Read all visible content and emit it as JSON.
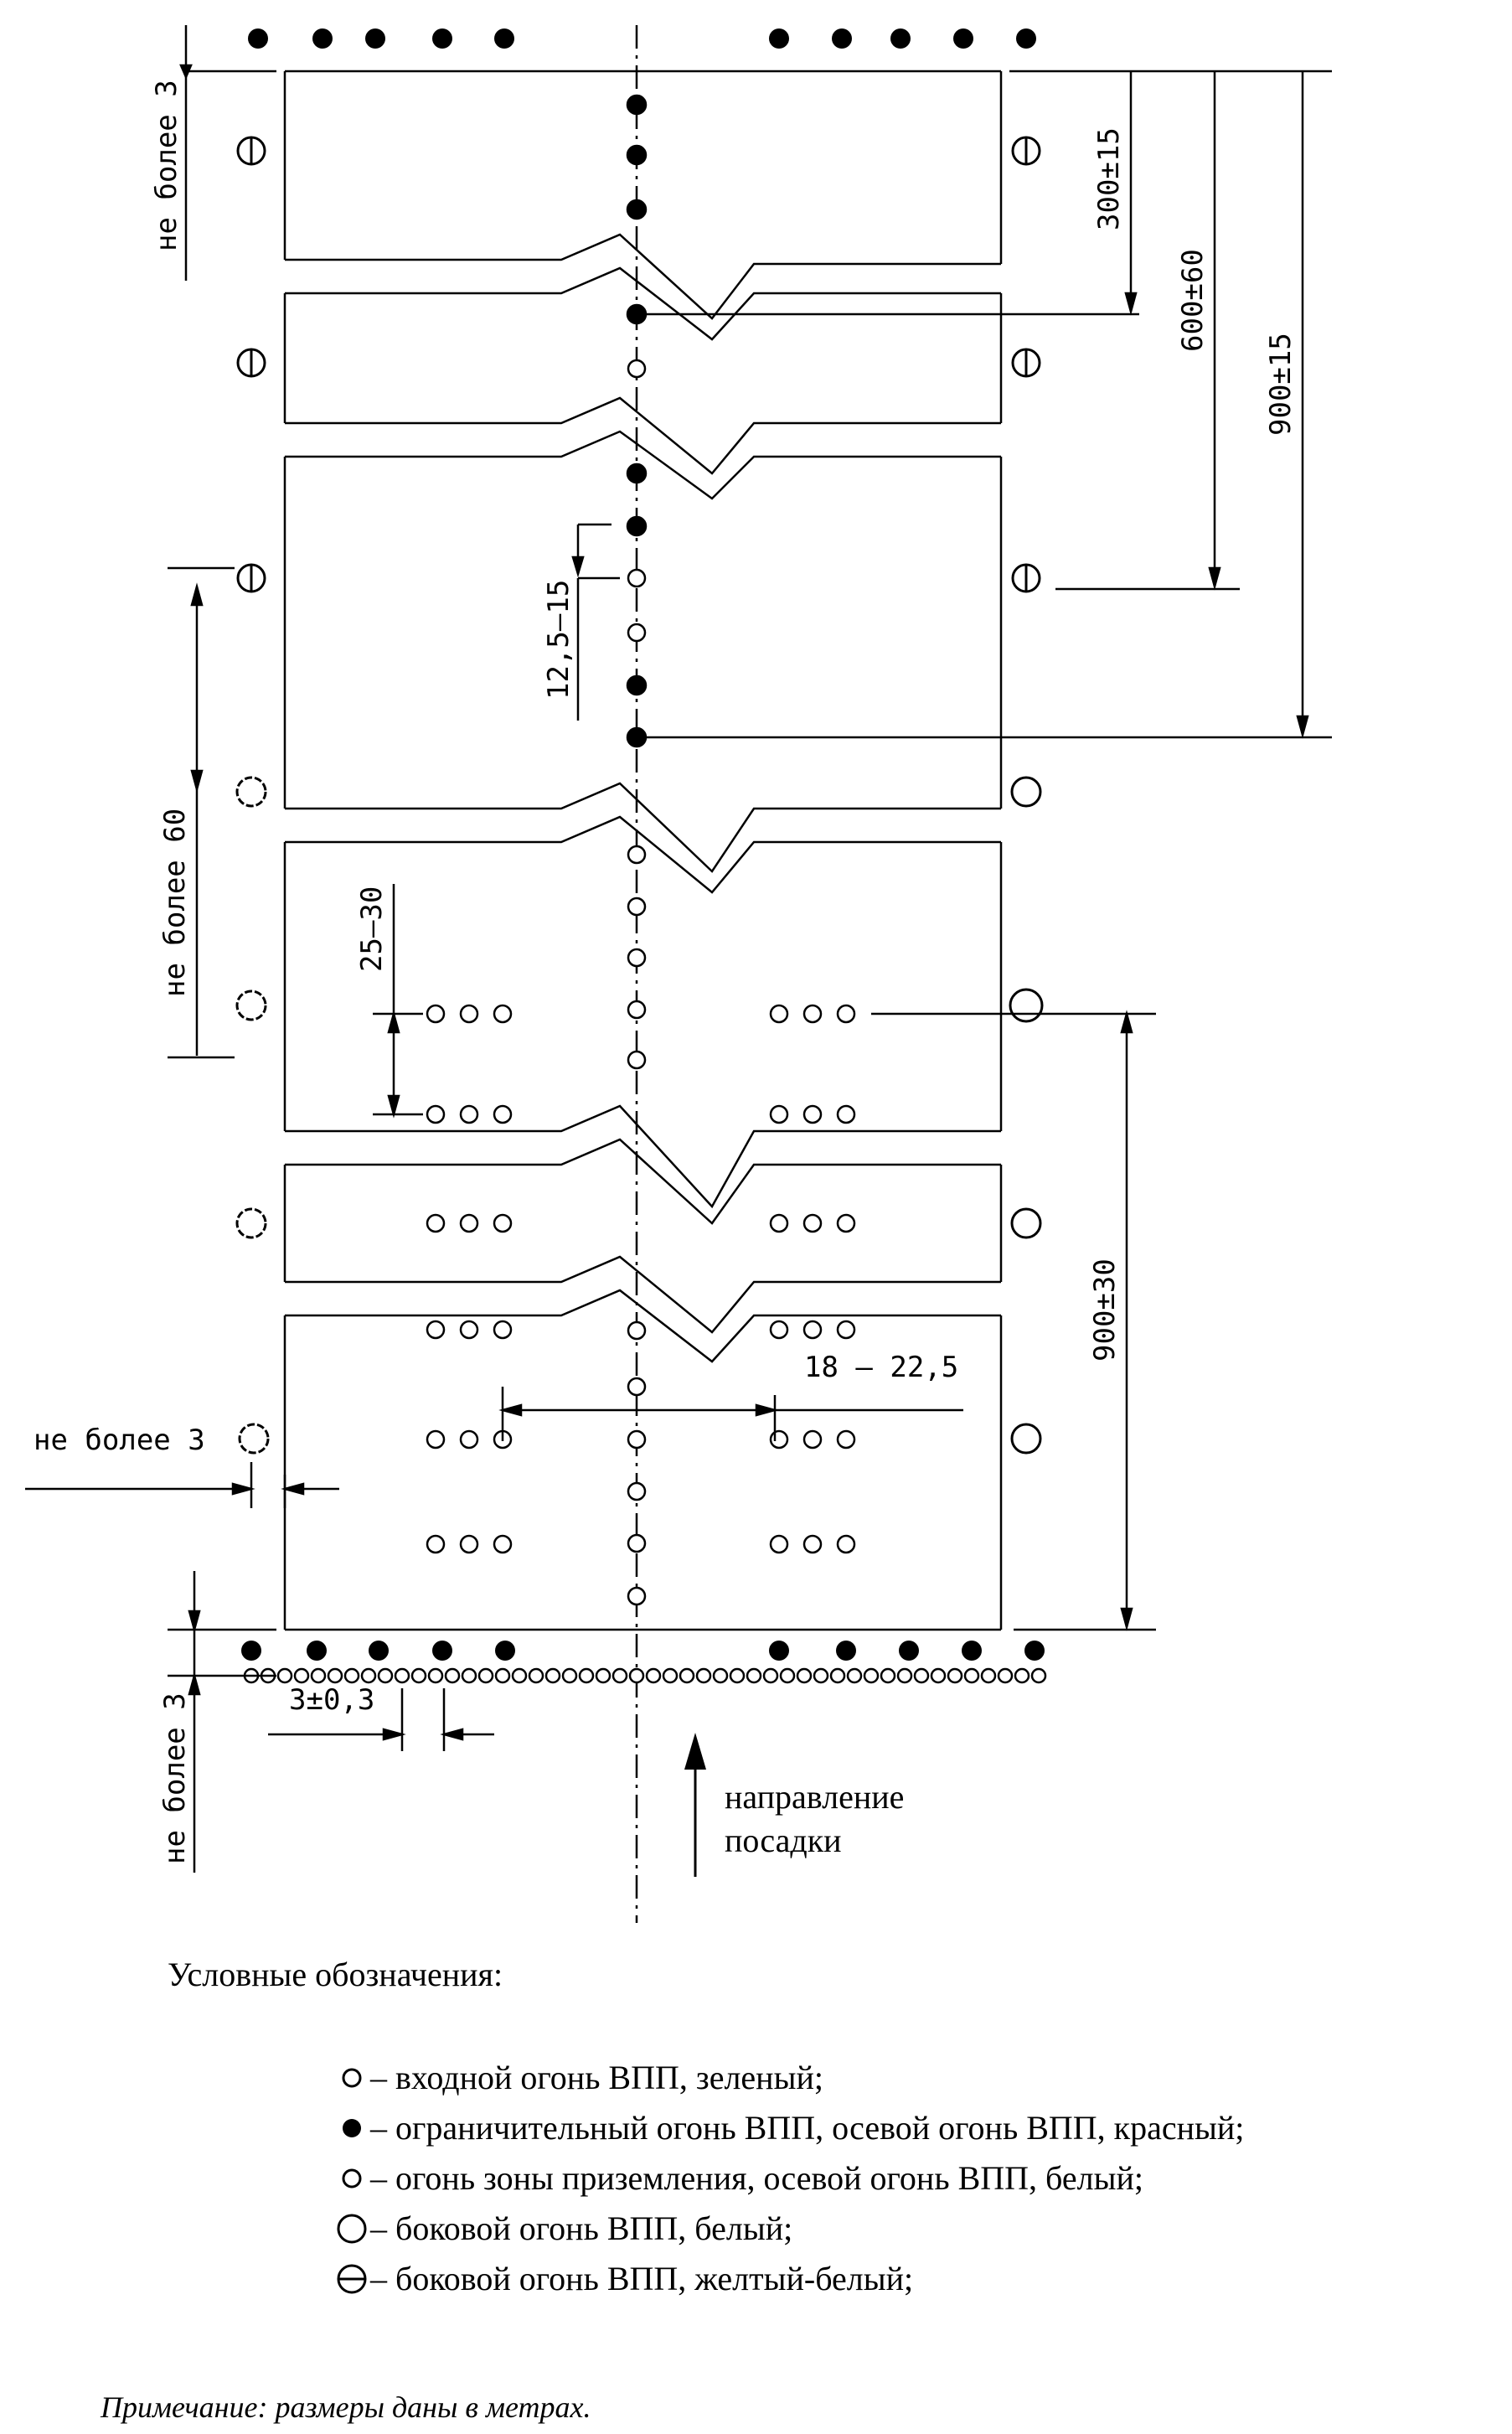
{
  "dimensions": {
    "d300": "300±15",
    "d600": "600±60",
    "d900a": "900±15",
    "d12_5": "12,5–15",
    "d25_30": "25–30",
    "d900b": "900±30",
    "d18_22": "18 – 22,5",
    "d3_03": "3±0,3",
    "max3_top": "не более 3",
    "max60": "не более 60",
    "max3_side": "не более 3",
    "max3_bottom": "не более 3"
  },
  "direction": {
    "line1": "направление",
    "line2": "посадки"
  },
  "legend": {
    "title": "Условные обозначения:",
    "items": [
      {
        "symbol": "small-open",
        "text": "– входной огонь ВПП, зеленый;"
      },
      {
        "symbol": "small-filled",
        "text": "– ограничительный огонь ВПП, осевой огонь ВПП, красный;"
      },
      {
        "symbol": "small-open",
        "text": "– огонь зоны приземления, осевой огонь ВПП, белый;"
      },
      {
        "symbol": "large-open",
        "text": "– боковой огонь ВПП, белый;"
      },
      {
        "symbol": "theta",
        "text": "– боковой огонь ВПП, желтый-белый;"
      }
    ]
  },
  "note": "Примечание: размеры даны в метрах."
}
